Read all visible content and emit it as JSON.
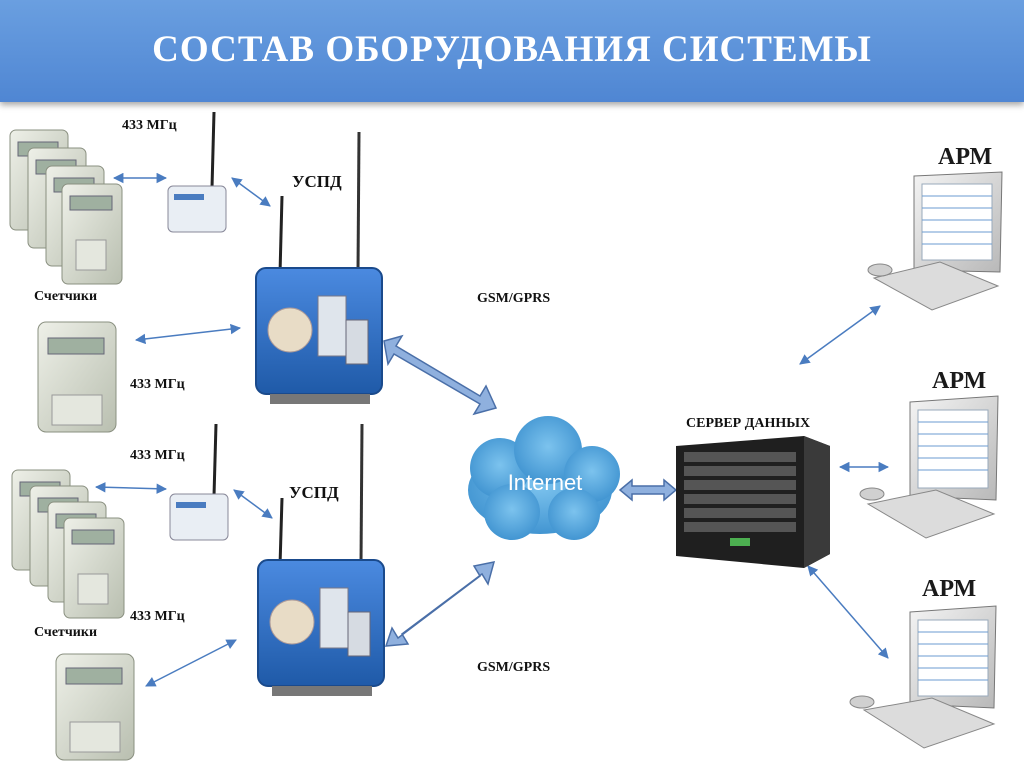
{
  "title": "СОСТАВ ОБОРУДОВАНИЯ СИСТЕМЫ",
  "labels": {
    "freq_top_1": "433 МГц",
    "uspd_1": "УСПД",
    "meters_1": "Счетчики",
    "freq_mid_1": "433 МГц",
    "gsm_1": "GSM/GPRS",
    "freq_top_2": "433 МГц",
    "uspd_2": "УСПД",
    "freq_mid_2": "433 МГц",
    "meters_2": "Счетчики",
    "gsm_2": "GSM/GPRS",
    "internet": "Internet",
    "server": "СЕРВЕР ДАННЫХ",
    "apm_1": "АРМ",
    "apm_2": "АРМ",
    "apm_3": "АРМ"
  },
  "colors": {
    "header": "#5b93dc",
    "cloud": "#5aa8dc",
    "uspd_body": "#2f6fc0",
    "arrow": "#4a7cc0",
    "meter": "#d8ddd2",
    "server": "#2a2a2a"
  }
}
